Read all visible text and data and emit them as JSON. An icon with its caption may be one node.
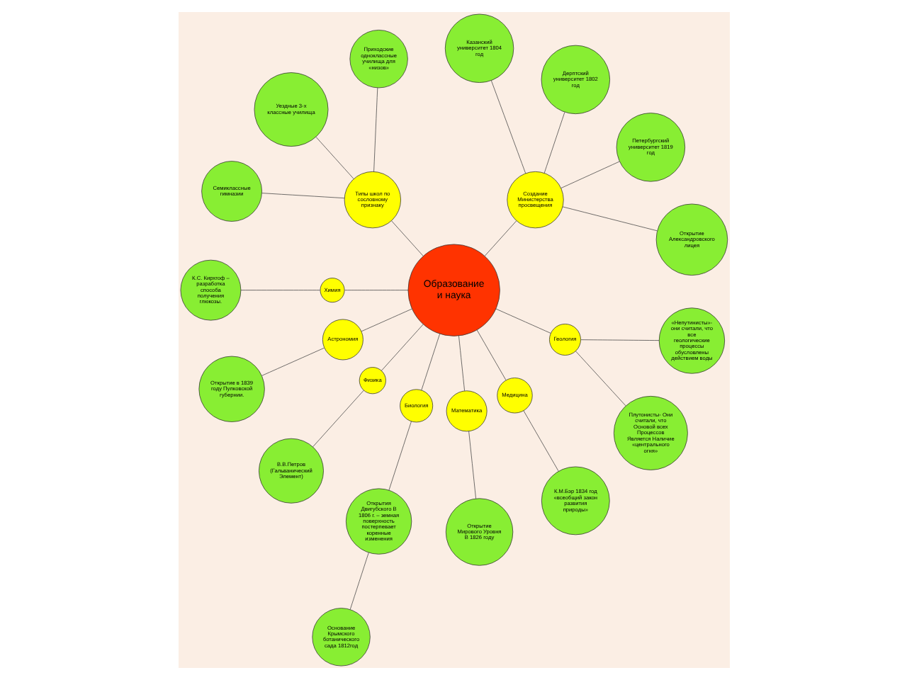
{
  "diagram": {
    "nodes": [
      {
        "text": [
          "Образование и наука"
        ]
      },
      {
        "text": [
          "Создание Министерства просвещения"
        ]
      },
      {
        "text": [
          "Типы школ по сословному признаку"
        ]
      },
      {
        "text": [
          "Химия"
        ]
      },
      {
        "text": [
          "Астрономия"
        ]
      },
      {
        "text": [
          "Физика"
        ]
      },
      {
        "text": [
          "Биология"
        ]
      },
      {
        "text": [
          "Математика"
        ]
      },
      {
        "text": [
          "Медицина"
        ]
      },
      {
        "text": [
          "Геология"
        ]
      },
      {
        "text": [
          "Открытие Александровского лицея"
        ]
      },
      {
        "text": [
          "Петербургский университет 1819 год"
        ]
      },
      {
        "text": [
          "Дерптский университет 1802 год"
        ]
      },
      {
        "text": [
          "Казанский университет 1804 год"
        ]
      },
      {
        "text": [
          "Приходские одноклассные училища для «низов»"
        ]
      },
      {
        "text": [
          "Уездные 3-х классные училища"
        ]
      },
      {
        "text": [
          "Семиклассные гимназии"
        ]
      },
      {
        "text": [
          "К.С. Кирхгоф – разработка способа получения глюкозы."
        ]
      },
      {
        "text": [
          "Открытие в 1839 году Пулковской губернии."
        ]
      },
      {
        "text": [
          "В.В.Петров (Гальванический Элемент)"
        ]
      },
      {
        "text": [
          "Открытия Двигубского В 1806 г. – земная поверхность постерпевает коренные изменения"
        ]
      },
      {
        "text": [
          "Основание Крымского ботанического сада 1812год"
        ]
      },
      {
        "text": [
          "Открытие Мирового Уровня В 1826 году"
        ]
      },
      {
        "text": [
          "К.М.Бэр 1834 год «всеобщий закон развития природы»"
        ]
      },
      {
        "text": [
          "Плутонисты- Они считали, что Основой всех Процессов Является Наличие «центрального огня»"
        ]
      },
      {
        "text": [
          "«Непутинисты»-они считали, что все геологические процессы обусловлены действием воды"
        ]
      }
    ],
    "edges": [
      {
        "from": 0,
        "to": 1,
        "arrow": "none"
      },
      {
        "from": 0,
        "to": 2,
        "arrow": "none"
      },
      {
        "from": 0,
        "to": 3,
        "arrow": "none"
      },
      {
        "from": 0,
        "to": 4,
        "arrow": "none"
      },
      {
        "from": 0,
        "to": 5,
        "arrow": "none"
      },
      {
        "from": 0,
        "to": 6,
        "arrow": "none"
      },
      {
        "from": 0,
        "to": 7,
        "arrow": "none"
      },
      {
        "from": 0,
        "to": 8,
        "arrow": "none"
      },
      {
        "from": 0,
        "to": 9,
        "arrow": "none"
      },
      {
        "from": 1,
        "to": 10,
        "arrow": "none"
      },
      {
        "from": 1,
        "to": 11,
        "arrow": "none"
      },
      {
        "from": 1,
        "to": 12,
        "arrow": "none"
      },
      {
        "from": 1,
        "to": 13,
        "arrow": "none"
      },
      {
        "from": 2,
        "to": 14,
        "arrow": "none"
      },
      {
        "from": 2,
        "to": 15,
        "arrow": "none"
      },
      {
        "from": 2,
        "to": 16,
        "arrow": "none"
      },
      {
        "from": 3,
        "to": 17,
        "arrow": "none"
      },
      {
        "from": 4,
        "to": 18,
        "arrow": "none"
      },
      {
        "from": 5,
        "to": 19,
        "arrow": "none"
      },
      {
        "from": 6,
        "to": 20,
        "arrow": "none"
      },
      {
        "from": 20,
        "to": 21,
        "arrow": "none"
      },
      {
        "from": 7,
        "to": 22,
        "arrow": "none"
      },
      {
        "from": 8,
        "to": 23,
        "arrow": "none"
      },
      {
        "from": 9,
        "to": 24,
        "arrow": "none"
      },
      {
        "from": 9,
        "to": 25,
        "arrow": "none"
      }
    ]
  }
}
